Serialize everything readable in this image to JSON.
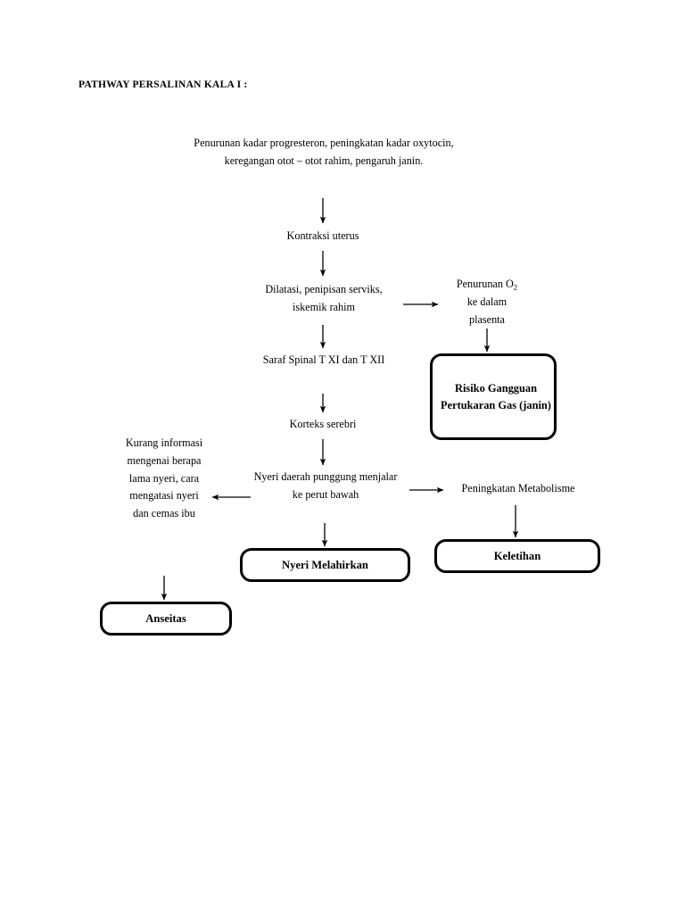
{
  "document": {
    "title": "PATHWAY PERSALINAN KALA I :"
  },
  "diagram": {
    "type": "flowchart",
    "orientation": "top-down",
    "nodes": [
      {
        "id": "trigger",
        "label": "Penurunan kadar progresteron, peningkatan kadar oxytocin, keregangan otot – otot rahim, pengaruh janin.",
        "shape": "plain"
      },
      {
        "id": "kontraksi",
        "label": "Kontraksi uterus",
        "shape": "plain"
      },
      {
        "id": "dilatasi",
        "label": "Dilatasi, penipisan serviks, iskemik rahim",
        "shape": "plain"
      },
      {
        "id": "penurunan-o2",
        "label_line1": "Penurunan O",
        "label_sub": "2",
        "label_line2": "ke dalam",
        "label_line3": "plasenta",
        "shape": "plain"
      },
      {
        "id": "risiko-gangguan",
        "label": "Risiko Gangguan Pertukaran Gas (janin)",
        "shape": "rounded-box",
        "emphasis": "bold"
      },
      {
        "id": "saraf-spinal",
        "label": "Saraf Spinal T XI dan T XII",
        "shape": "plain"
      },
      {
        "id": "korteks",
        "label": "Korteks serebri",
        "shape": "plain"
      },
      {
        "id": "kurang-informasi",
        "label": "Kurang informasi mengenai berapa lama nyeri, cara mengatasi nyeri dan cemas ibu",
        "shape": "plain"
      },
      {
        "id": "nyeri-punggung",
        "label": "Nyeri daerah punggung menjalar ke perut bawah",
        "shape": "plain"
      },
      {
        "id": "peningkatan-metabolisme",
        "label": "Peningkatan Metabolisme",
        "shape": "plain"
      },
      {
        "id": "nyeri-melahirkan",
        "label": "Nyeri Melahirkan",
        "shape": "rounded-box",
        "emphasis": "bold"
      },
      {
        "id": "keletihan",
        "label": "Keletihan",
        "shape": "rounded-box",
        "emphasis": "bold"
      },
      {
        "id": "anseitas",
        "label": "Anseitas",
        "shape": "rounded-box",
        "emphasis": "bold"
      }
    ],
    "edges": [
      {
        "from": "trigger",
        "to": "kontraksi",
        "direction": "down"
      },
      {
        "from": "kontraksi",
        "to": "dilatasi",
        "direction": "down"
      },
      {
        "from": "dilatasi",
        "to": "penurunan-o2",
        "direction": "right"
      },
      {
        "from": "penurunan-o2",
        "to": "risiko-gangguan",
        "direction": "down"
      },
      {
        "from": "dilatasi",
        "to": "saraf-spinal",
        "direction": "down"
      },
      {
        "from": "saraf-spinal",
        "to": "korteks",
        "direction": "down"
      },
      {
        "from": "korteks",
        "to": "nyeri-punggung",
        "direction": "down"
      },
      {
        "from": "nyeri-punggung",
        "to": "kurang-informasi",
        "direction": "left"
      },
      {
        "from": "nyeri-punggung",
        "to": "peningkatan-metabolisme",
        "direction": "right"
      },
      {
        "from": "nyeri-punggung",
        "to": "nyeri-melahirkan",
        "direction": "down"
      },
      {
        "from": "peningkatan-metabolisme",
        "to": "keletihan",
        "direction": "down"
      },
      {
        "from": "kurang-informasi",
        "to": "anseitas",
        "direction": "down"
      }
    ],
    "colors": {
      "line": "#000000",
      "text": "#000000",
      "background": "#ffffff",
      "box_fill": "#ffffff",
      "box_border": "#000000"
    }
  }
}
